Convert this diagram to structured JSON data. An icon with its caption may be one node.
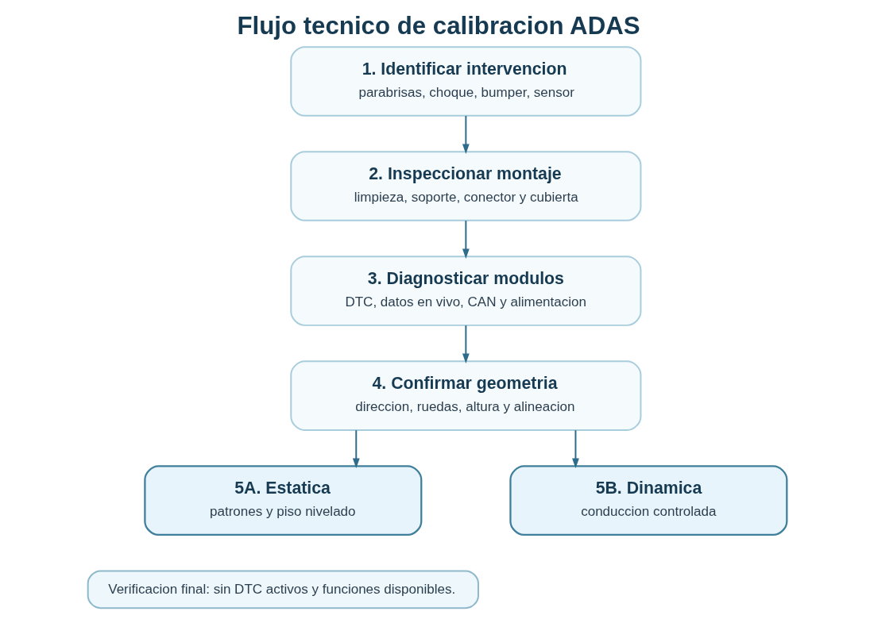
{
  "diagram": {
    "title": "Flujo tecnico de calibracion ADAS",
    "nodes": [
      {
        "text": [
          "1. Identificar intervencion",
          "parabrisas, choque, bumper, sensor"
        ]
      },
      {
        "text": [
          "2. Inspeccionar montaje",
          "limpieza, soporte, conector y cubierta"
        ]
      },
      {
        "text": [
          "3. Diagnosticar modulos",
          "DTC, datos en vivo, CAN y alimentacion"
        ]
      },
      {
        "text": [
          "4. Confirmar geometria",
          "direccion, ruedas, altura y alineacion"
        ]
      },
      {
        "text": [
          "5A. Estatica",
          "patrones y piso nivelado"
        ]
      },
      {
        "text": [
          "5B. Dinamica",
          "conduccion controlada"
        ]
      },
      {
        "text": [
          "Verificacion final: sin DTC activos y funciones disponibles."
        ]
      }
    ],
    "edges": [
      {
        "from": 0,
        "to": 1,
        "arrow": "to"
      },
      {
        "from": 1,
        "to": 2,
        "arrow": "to"
      },
      {
        "from": 2,
        "to": 3,
        "arrow": "to"
      },
      {
        "from": 3,
        "to": 4,
        "arrow": "to"
      },
      {
        "from": 3,
        "to": 5,
        "arrow": "to"
      }
    ]
  }
}
